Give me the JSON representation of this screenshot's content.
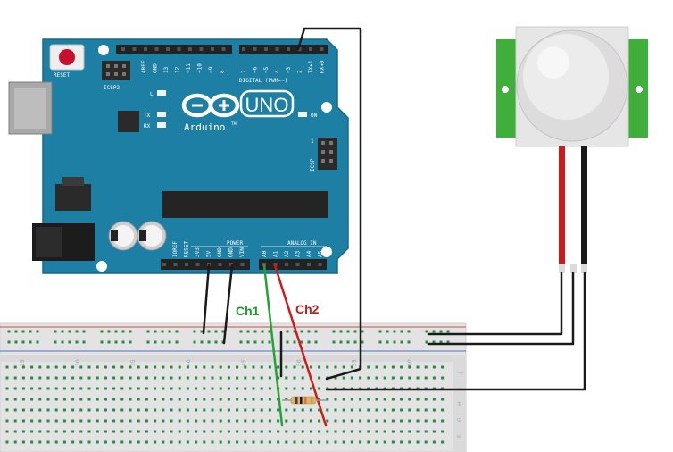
{
  "board": {
    "brand": "Arduino",
    "model": "UNO",
    "tm": "TM",
    "reset_label": "RESET",
    "icsp2_label": "ICSP2",
    "icsp_label": "ICSP",
    "icsp_num": "1",
    "digital_label": "DIGITAL (PWM=~)",
    "power_label": "POWER",
    "analog_label": "ANALOG IN",
    "on_label": "ON",
    "led_l": "L",
    "led_tx": "TX",
    "led_rx": "RX",
    "top_header_pins": [
      "AREF",
      "GND",
      "13",
      "12",
      "~11",
      "~10",
      "~9",
      "8",
      "7",
      "~6",
      "~5",
      "4",
      "~3",
      "2",
      "TX▸1",
      "RX◂0"
    ],
    "power_pins": [
      "IOREF",
      "RESET",
      "3V3",
      "5V",
      "GND",
      "GND",
      "VIN"
    ],
    "analog_pins": [
      "A0",
      "A1",
      "A2",
      "A3",
      "A4",
      "A5"
    ]
  },
  "breadboard": {
    "column_numbers": [
      "25",
      "30",
      "35",
      "40",
      "45",
      "50",
      "55",
      "60"
    ],
    "row_letters": [
      "J",
      "I",
      "H",
      "G",
      "F"
    ]
  },
  "channels": {
    "ch1": "Ch1",
    "ch2": "Ch2"
  },
  "colors": {
    "board": "#1c7fa3",
    "board_edge": "#146a8a",
    "header": "#222222",
    "breadboard": "#e3e3e3",
    "hole": "#1f8c3f",
    "rail_red": "#d14c4c",
    "rail_blue": "#4c6fd1",
    "wire_black": "#1a1a1a",
    "wire_red": "#cc1b1b",
    "wire_green": "#22a334",
    "ch1_text": "#1c9a2c",
    "ch2_text": "#c11a1a",
    "pir_pcb": "#3fae3a",
    "pir_dome": "#e8e8e8"
  },
  "icons": {
    "logo": "infinity-minus-plus-icon",
    "sensor": "pir-dome-icon"
  }
}
